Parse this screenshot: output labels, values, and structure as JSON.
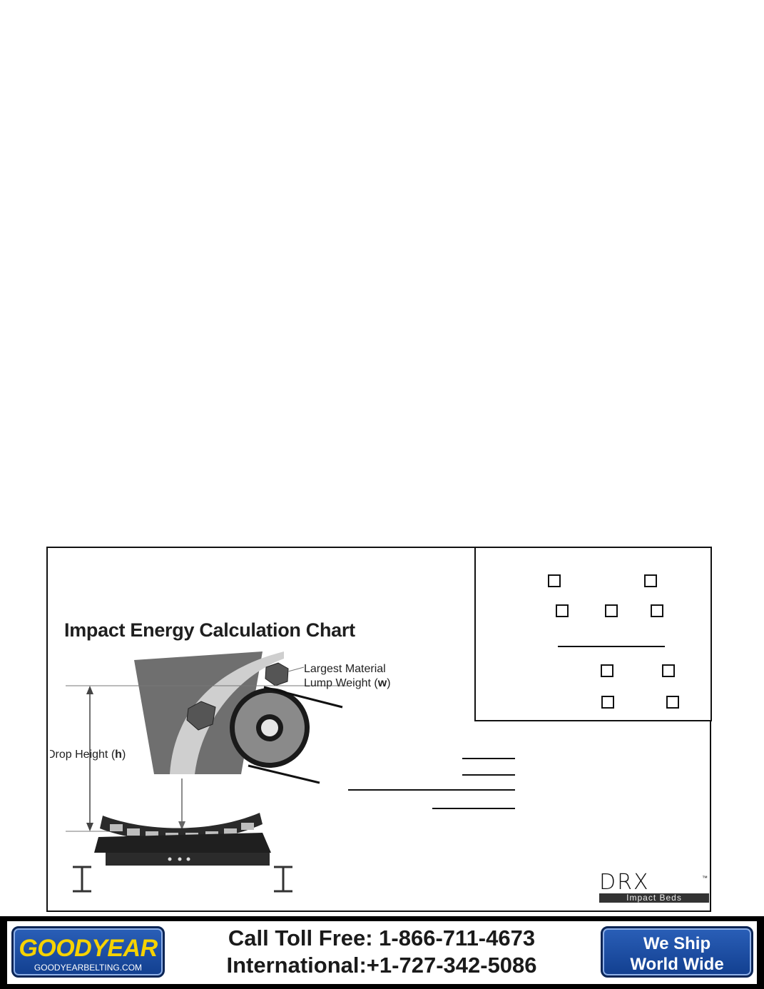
{
  "chart": {
    "title": "Impact Energy Calculation Chart",
    "drop_height_label": "Drop Height (",
    "drop_height_var": "h",
    "lump_label_line1": "Largest Material",
    "lump_label_line2": "Lump Weight (",
    "lump_var": "w"
  },
  "logo": {
    "brand": "DRX",
    "tagline": "Impact Beds",
    "tm": "™"
  },
  "footer": {
    "brand": "GOODYEAR",
    "url": "GOODYEARBELTING.COM",
    "toll_free": "Call Toll Free: 1-866-711-4673",
    "international": "International:+1-727-342-5086",
    "ship_line1": "We Ship",
    "ship_line2": "World Wide"
  },
  "colors": {
    "badge_blue": "#1d4fa3",
    "brand_yellow": "#f6d200",
    "hopper_gray": "#6f6f6f",
    "stream_gray": "#cfcfcf"
  }
}
